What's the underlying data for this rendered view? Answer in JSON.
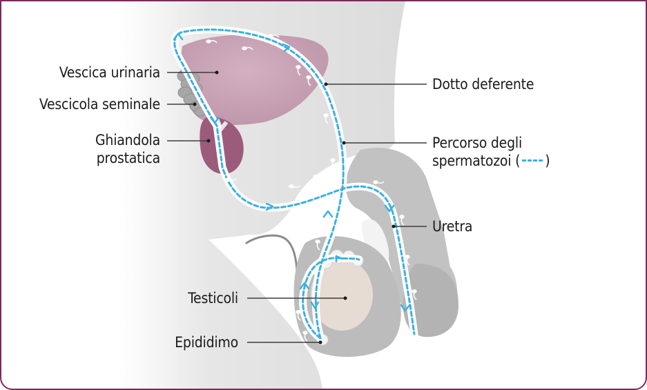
{
  "colors": {
    "body_light": "#e4e4e4",
    "body_mid": "#c4c4c4",
    "body_dark": "#a9a9a9",
    "bladder": "#c9a1b5",
    "prostate": "#9b5a7a",
    "seminal_vesicle": "#a6a6a6",
    "testicle": "#e5dbd2",
    "path_blue": "#3ab0e2",
    "frame": "#7b2a5b"
  },
  "labels": {
    "bladder": "Vescica urinaria",
    "seminal_vesicle": "Vescicola seminale",
    "prostate_line1": "Ghiandola",
    "prostate_line2": "prostatica",
    "vas_deferens": "Dotto deferente",
    "sperm_path_line1": "Percorso degli",
    "sperm_path_line2_a": "spermatozoi (",
    "sperm_path_line2_b": ")",
    "urethra": "Uretra",
    "testicles": "Testicoli",
    "epididymis": "Epididimo"
  }
}
